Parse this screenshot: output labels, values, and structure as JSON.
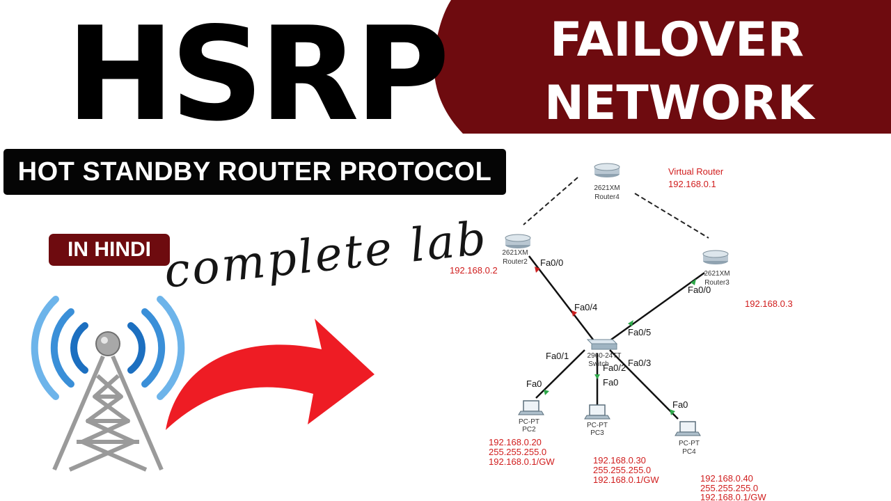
{
  "title": "HSRP",
  "banner": {
    "line1": "FAILOVER",
    "line2": "NETWORK",
    "color": "#6e0b0f"
  },
  "subtitle": "HOT STANDBY ROUTER PROTOCOL",
  "badge": "IN HINDI",
  "caption": "complete lab",
  "colors": {
    "banner": "#6e0b0f",
    "ip_text": "#d01c1c",
    "arrow": "#ee1c24",
    "tower_waves": "#3a8fd8"
  },
  "icons": [
    "radio-tower-icon",
    "curved-arrow-icon",
    "router-icon",
    "switch-icon",
    "pc-icon"
  ],
  "diagram": {
    "virtual_router": {
      "label": "Virtual Router",
      "ip": "192.168.0.1"
    },
    "router4": {
      "model": "2621XM",
      "name": "Router4"
    },
    "router2": {
      "model": "2621XM",
      "name": "Router2",
      "port": "Fa0/0",
      "ip": "192.168.0.2"
    },
    "router3": {
      "model": "2621XM",
      "name": "Router3",
      "port": "Fa0/0",
      "ip": "192.168.0.3"
    },
    "switch": {
      "model": "2960-24TT",
      "name": "Switch",
      "ports": {
        "to_router2": "Fa0/4",
        "to_router3": "Fa0/5",
        "to_pc2": "Fa0/1",
        "to_pc3": "Fa0/2",
        "to_pc4": "Fa0/3"
      }
    },
    "pcs": [
      {
        "model": "PC-PT",
        "name": "PC2",
        "port": "Fa0",
        "ip": "192.168.0.20",
        "mask": "255.255.255.0",
        "gw": "192.168.0.1/GW"
      },
      {
        "model": "PC-PT",
        "name": "PC3",
        "port": "Fa0",
        "ip": "192.168.0.30",
        "mask": "255.255.255.0",
        "gw": "192.168.0.1/GW"
      },
      {
        "model": "PC-PT",
        "name": "PC4",
        "port": "Fa0",
        "ip": "192.168.0.40",
        "mask": "255.255.255.0",
        "gw": "192.168.0.1/GW"
      }
    ]
  }
}
